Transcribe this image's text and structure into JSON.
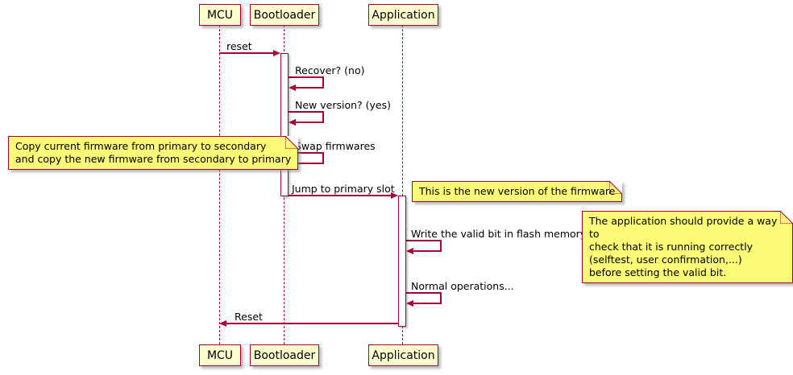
{
  "diagram": {
    "participants": [
      {
        "id": "mcu",
        "label": "MCU"
      },
      {
        "id": "bootloader",
        "label": "Bootloader"
      },
      {
        "id": "application",
        "label": "Application"
      }
    ],
    "messages": [
      {
        "from": "mcu",
        "to": "bootloader",
        "label": "reset",
        "kind": "call"
      },
      {
        "from": "bootloader",
        "to": "bootloader",
        "label": "Recover? (no)",
        "kind": "self"
      },
      {
        "from": "bootloader",
        "to": "bootloader",
        "label": "New version? (yes)",
        "kind": "self"
      },
      {
        "from": "bootloader",
        "to": "bootloader",
        "label": "Swap firmwares",
        "kind": "self"
      },
      {
        "from": "bootloader",
        "to": "application",
        "label": "Jump to primary slot",
        "kind": "call"
      },
      {
        "from": "application",
        "to": "application",
        "label": "Write the valid bit in flash memory",
        "kind": "self"
      },
      {
        "from": "application",
        "to": "application",
        "label": "Normal operations...",
        "kind": "self"
      },
      {
        "from": "application",
        "to": "mcu",
        "label": "Reset",
        "kind": "call"
      }
    ],
    "notes": [
      {
        "position": "left of Bootloader",
        "text": "Copy current firmware from primary to secondary\nand copy the new firmware from secondary to primary"
      },
      {
        "position": "right of Application",
        "text": "This is the new version of the firmware"
      },
      {
        "position": "right of Application",
        "text": "The application should provide a way to\ncheck that it is running correctly\n(selftest, user confirmation,...)\nbefore setting the valid bit."
      }
    ],
    "colors": {
      "stroke": "#A80036",
      "participant_fill": "#FEFECE",
      "note_fill": "#FBFB77",
      "activation_fill": "#FFFFFF",
      "background": "#FFFFFF"
    }
  }
}
